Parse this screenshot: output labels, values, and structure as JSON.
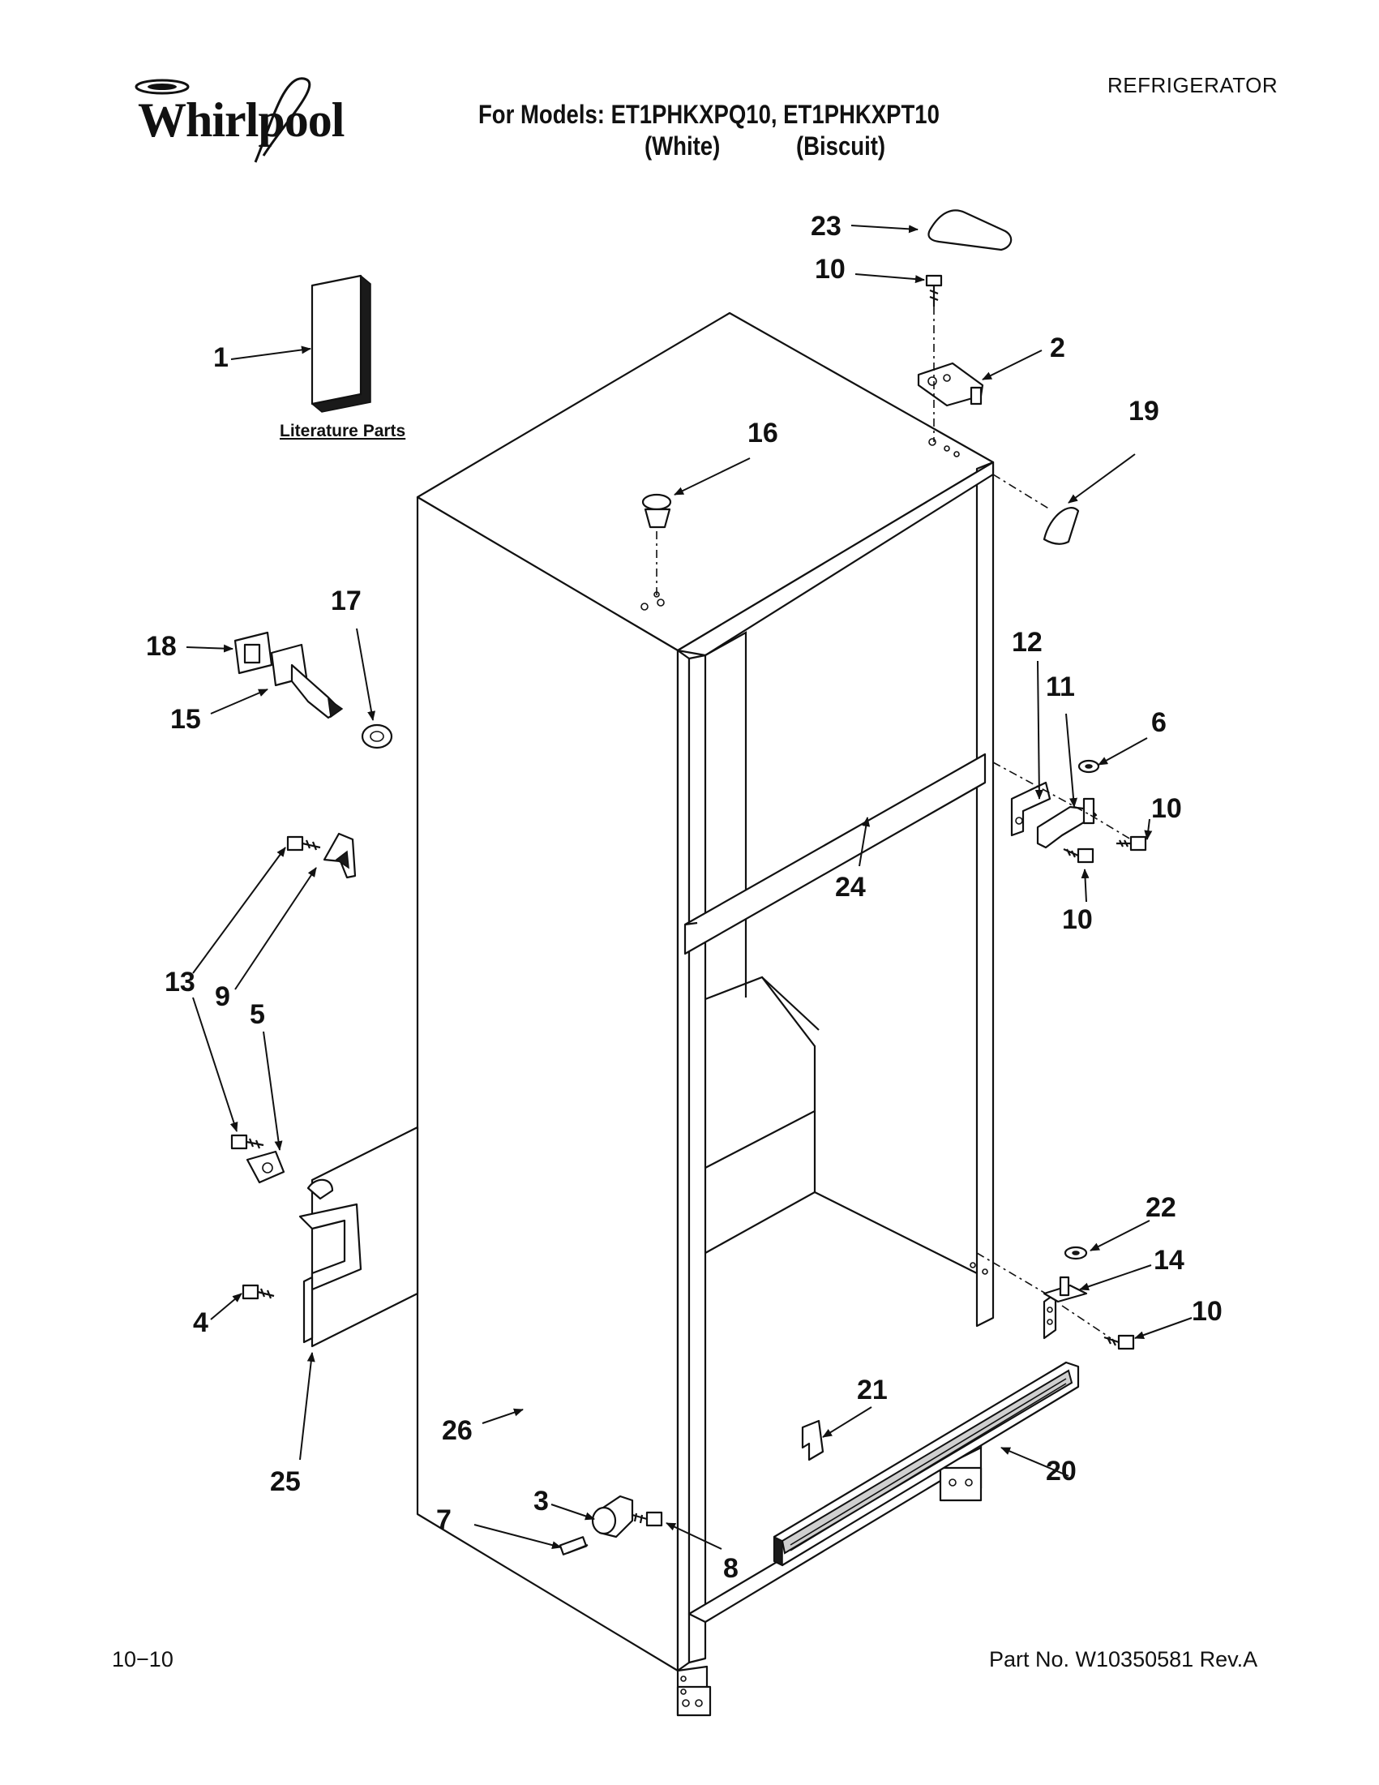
{
  "header": {
    "brand": "Whirlpool",
    "models_line": "For Models: ET1PHKXPQ10, ET1PHKXPT10",
    "color_white": "(White)",
    "color_biscuit": "(Biscuit)",
    "category": "REFRIGERATOR"
  },
  "labels": {
    "literature_parts": "Literature Parts"
  },
  "callouts": {
    "c1": "1",
    "c2": "2",
    "c3": "3",
    "c4": "4",
    "c5": "5",
    "c6": "6",
    "c7": "7",
    "c8": "8",
    "c9": "9",
    "c10a": "10",
    "c10b": "10",
    "c10c": "10",
    "c10d": "10",
    "c11": "11",
    "c12": "12",
    "c13": "13",
    "c14": "14",
    "c15": "15",
    "c16": "16",
    "c17": "17",
    "c18": "18",
    "c19": "19",
    "c20": "20",
    "c21": "21",
    "c22": "22",
    "c23": "23",
    "c24": "24",
    "c25": "25",
    "c26": "26"
  },
  "footer": {
    "date_code": "10−10",
    "part_number": "Part No. W10350581 Rev.A"
  }
}
